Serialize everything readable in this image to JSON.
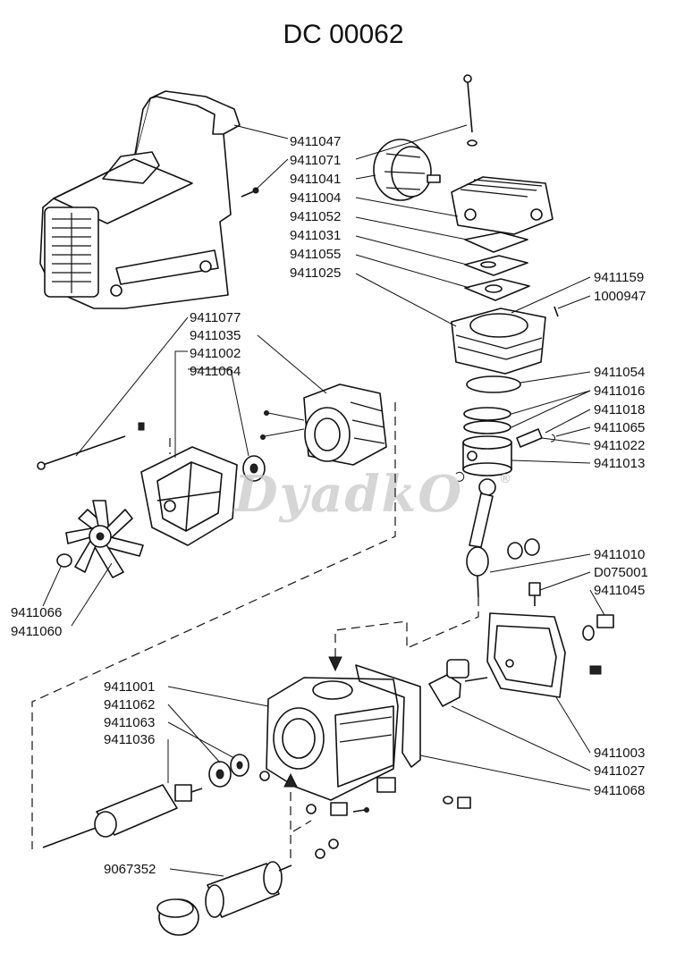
{
  "title": "DC 00062",
  "watermark": {
    "text": "DyadkO",
    "mark": "®"
  },
  "labels": {
    "l9411047": "9411047",
    "l9411071": "9411071",
    "l9411041": "9411041",
    "l9411004": "9411004",
    "l9411052": "9411052",
    "l9411031": "9411031",
    "l9411055": "9411055",
    "l9411025": "9411025",
    "l9411159": "9411159",
    "l1000947": "1000947",
    "l9411077": "9411077",
    "l9411035": "9411035",
    "l9411002": "9411002",
    "l9411064": "9411064",
    "l9411054": "9411054",
    "l9411016": "9411016",
    "l9411018": "9411018",
    "l9411065": "9411065",
    "l9411022": "9411022",
    "l9411013": "9411013",
    "l9411010": "9411010",
    "lD075001": "D075001",
    "l9411045": "9411045",
    "l9411066": "9411066",
    "l9411060": "9411060",
    "l9411001": "9411001",
    "l9411062": "9411062",
    "l9411063": "9411063",
    "l9411036": "9411036",
    "l9411003": "9411003",
    "l9411027": "9411027",
    "l9411068": "9411068",
    "l9067352": "9067352"
  },
  "colors": {
    "line": "#111111",
    "watermark": "#c9c9c9",
    "background": "#ffffff"
  }
}
